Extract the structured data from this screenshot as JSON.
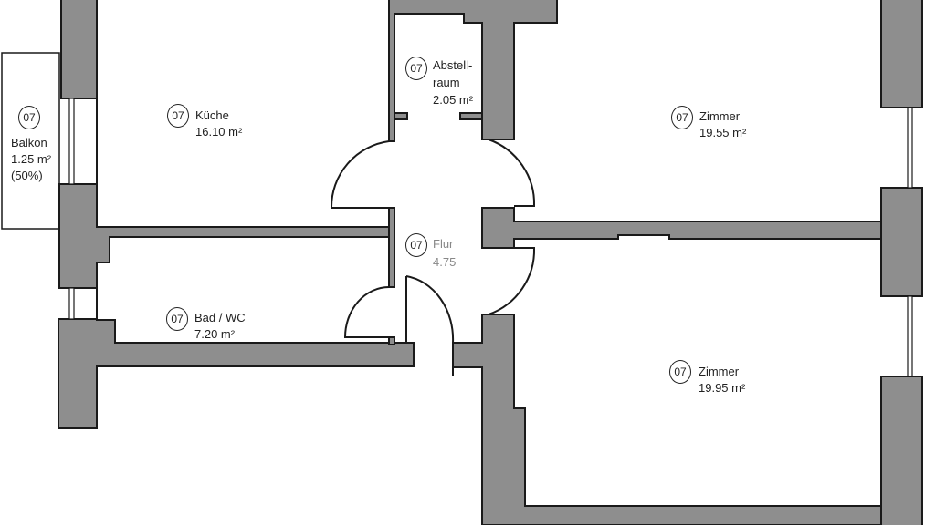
{
  "colors": {
    "wall": "#8e8e8e",
    "outline": "#1a1a1a",
    "background": "#ffffff"
  },
  "rooms": [
    {
      "id": "balkon",
      "badge": "07",
      "name": "Balkon",
      "area": "1.25 m²",
      "note": "(50%)"
    },
    {
      "id": "kueche",
      "badge": "07",
      "name": "Küche",
      "area": "16.10 m²"
    },
    {
      "id": "abstellraum",
      "badge": "07",
      "name": "Abstell-",
      "name2": "raum",
      "area": "2.05 m²"
    },
    {
      "id": "zimmer1",
      "badge": "07",
      "name": "Zimmer",
      "area": "19.55 m²"
    },
    {
      "id": "flur",
      "badge": "07",
      "name": "Flur",
      "area": "4.75"
    },
    {
      "id": "bad",
      "badge": "07",
      "name": "Bad / WC",
      "area": "7.20 m²"
    },
    {
      "id": "zimmer2",
      "badge": "07",
      "name": "Zimmer",
      "area": "19.95 m²"
    }
  ]
}
